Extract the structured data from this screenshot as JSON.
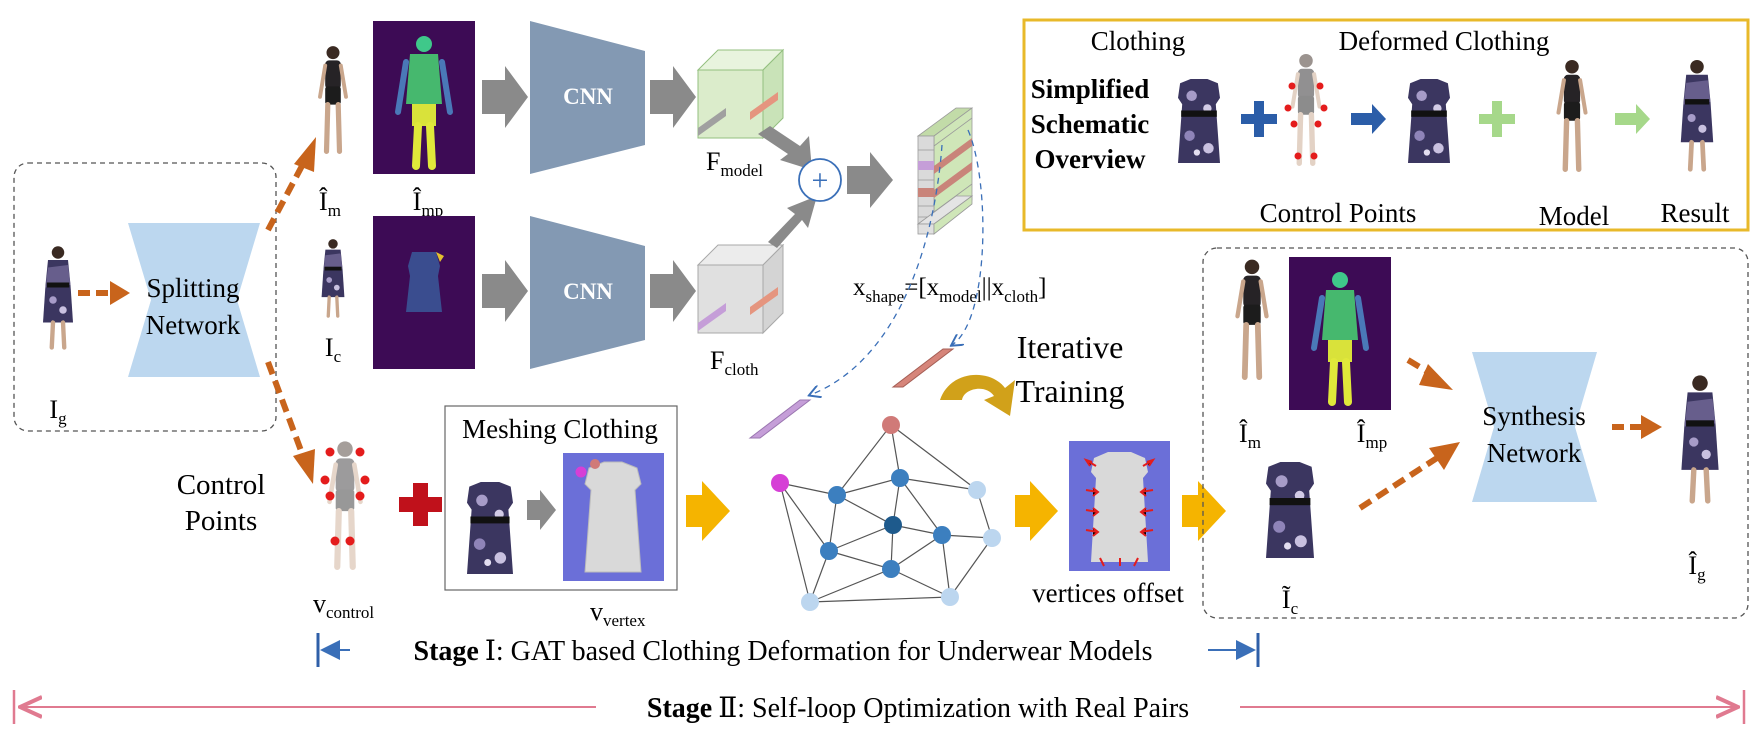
{
  "labels": {
    "splitting": [
      "Splitting",
      "Network"
    ],
    "cnn": "CNN",
    "plus_sym": "+",
    "control_points": [
      "Control",
      "Points"
    ],
    "meshing_clothing": "Meshing Clothing",
    "iterative_training": [
      "Iterative",
      "Training"
    ],
    "vertices_offset": "vertices offset",
    "synthesis": [
      "Synthesis",
      "Network"
    ]
  },
  "symbols": {
    "I_g": {
      "base": "I",
      "sub": "g"
    },
    "I_m_hat": {
      "base": "Î",
      "sub": "m"
    },
    "I_mp_hat": {
      "base": "Î",
      "sub": "mp"
    },
    "I_c": {
      "base": "I",
      "sub": "c"
    },
    "F_model": {
      "base": "F",
      "sub": "model"
    },
    "F_cloth": {
      "base": "F",
      "sub": "cloth"
    },
    "v_control": {
      "base": "v",
      "sub": "control"
    },
    "v_vertex": {
      "base": "v",
      "sub": "vertex"
    },
    "I_c_tilde": {
      "base": "Ĩ",
      "sub": "c"
    },
    "I_g_hat": {
      "base": "Î",
      "sub": "g"
    }
  },
  "equation": {
    "x": "x",
    "shape": "shape",
    "eq": "=[x",
    "model": "model",
    "mid": "||x",
    "cloth": "cloth",
    "end": "]"
  },
  "overview": {
    "title": [
      "Simplified",
      "Schematic",
      "Overview"
    ],
    "clothing": "Clothing",
    "deformed_clothing": "Deformed Clothing",
    "control_points": "Control Points",
    "model": "Model",
    "result": "Result"
  },
  "stage1": {
    "bold": "Stage",
    "numeral": "Ⅰ",
    "text": ": GAT based Clothing Deformation for Underwear Models"
  },
  "stage2": {
    "bold": "Stage",
    "numeral": "Ⅱ",
    "text": ": Self-loop Optimization with Real Pairs"
  },
  "colors": {
    "orange": "#c8641c",
    "blue_net": "#bcd7ef",
    "cnn": "#8399b3",
    "yellow_arrow": "#f5b400",
    "overview_border": "#e8b92a",
    "stage2_line": "#e07a90",
    "stage1_line": "#2f5fa8",
    "plus_red": "#c0111b",
    "plus_blue": "#2b5da8",
    "plus_green": "#a6d88a",
    "node_dark": "#1e5a8c",
    "node_mid": "#3c7fbf",
    "node_light": "#bcd6ef",
    "node_pink": "#d07a78",
    "node_magenta": "#d63fd6"
  }
}
